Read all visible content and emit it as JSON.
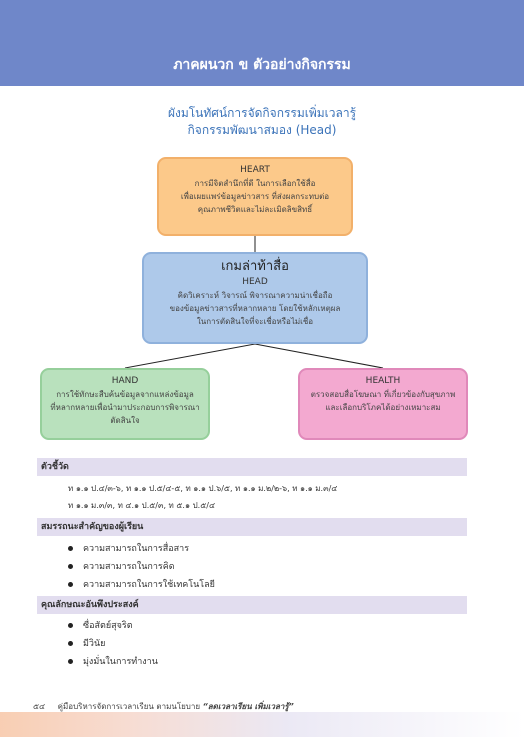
{
  "header": {
    "title": "ภาคผนวก ข ตัวอย่างกิจกรรม",
    "band_color": "#6f87c9"
  },
  "mindmap": {
    "title_line1": "ผังมโนทัศน์การจัดกิจกรรมเพิ่มเวลารู้",
    "title_line2": "กิจกรรมพัฒนาสมอง (Head)",
    "heart": {
      "label": "HEART",
      "lines": [
        "การมีจิตสำนึกที่ดี ในการเลือกใช้สื่อ",
        "เพื่อเผยแพร่ข้อมูลข่าวสาร ที่ส่งผลกระทบต่อ",
        "คุณภาพชีวิตและไม่ละเมิดลิขสิทธิ์"
      ]
    },
    "head": {
      "main": "เกมล่าท้าสื่อ",
      "label": "HEAD",
      "lines": [
        "คิดวิเคราะห์ วิจารณ์ พิจารณาความน่าเชื่อถือ",
        "ของข้อมูลข่าวสารที่หลากหลาย โดยใช้หลักเหตุผล",
        "ในการตัดสินใจที่จะเชื่อหรือไม่เชื่อ"
      ]
    },
    "hand": {
      "label": "HAND",
      "lines": [
        "การใช้ทักษะสืบค้นข้อมูลจากแหล่งข้อมูล",
        "ที่หลากหลายเพื่อนำมาประกอบการพิจารณา",
        "ตัดสินใจ"
      ]
    },
    "health": {
      "label": "HEALTH",
      "lines": [
        "ตรวจสอบสื่อโฆษณา ที่เกี่ยวข้องกับสุขภาพ",
        "และเลือกบริโภคได้อย่างเหมาะสม"
      ]
    }
  },
  "indicators": {
    "heading": "ตัวชี้วัด",
    "lines": [
      "ท ๑.๑ ป.๔/๓-๖, ท ๑.๑ ป.๕/๔-๕, ท ๑.๑ ป.๖/๕, ท ๑.๑ ม.๒/๒-๖, ท ๑.๑ ม.๓/๔",
      "ท ๑.๑ ม.๓/๓, ท ๔.๑ ป.๕/๓, ท ๕.๑ ป.๕/๔"
    ]
  },
  "competencies": {
    "heading": "สมรรถนะสำคัญของผู้เรียน",
    "items": [
      "ความสามารถในการสื่อสาร",
      "ความสามารถในการคิด",
      "ความสามารถในการใช้เทคโนโลยี"
    ]
  },
  "characteristics": {
    "heading": "คุณลักษณะอันพึงประสงค์",
    "items": [
      "ซื่อสัตย์สุจริต",
      "มีวินัย",
      "มุ่งมั่นในการทำงาน"
    ]
  },
  "footer": {
    "page": "๕๔",
    "text": "คู่มือบริหารจัดการเวลาเรียน ตามนโยบาย",
    "emphasis": "“ลดเวลาเรียน เพิ่มเวลารู้”"
  }
}
